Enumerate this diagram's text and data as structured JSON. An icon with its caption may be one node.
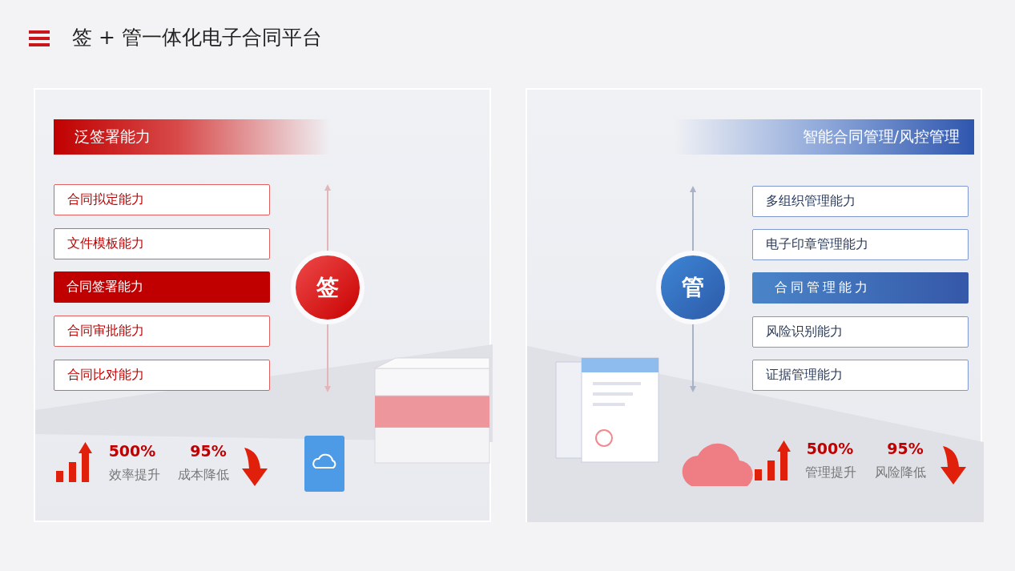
{
  "diagram": {
    "title": "签 + 管一体化电子合同平台",
    "nodes": [
      {
        "text": [],
        "shape": "box"
      },
      {
        "text": [
          "泛签署能力"
        ],
        "in": 0
      },
      {
        "text": [
          "合同拟定能力"
        ],
        "in": 0
      },
      {
        "text": [
          "文件模板能力"
        ],
        "in": 0
      },
      {
        "text": [
          "合同签署能力"
        ],
        "in": 0
      },
      {
        "text": [
          "合同审批能力"
        ],
        "in": 0
      },
      {
        "text": [
          "合同比对能力"
        ],
        "in": 0
      },
      {
        "text": [
          "签"
        ],
        "in": 0
      },
      {
        "text": [],
        "shape": "box"
      },
      {
        "text": [
          "智能合同管理/风控管理"
        ],
        "in": 8
      },
      {
        "text": [
          "多组织管理能力"
        ],
        "in": 8
      },
      {
        "text": [
          "电子印章管理能力"
        ],
        "in": 8
      },
      {
        "text": [
          "合同管理能力"
        ],
        "in": 8
      },
      {
        "text": [
          "风险识别能力"
        ],
        "in": 8
      },
      {
        "text": [
          "证据管理能力"
        ],
        "in": 8
      },
      {
        "text": [
          "管"
        ],
        "in": 8
      }
    ],
    "edges": [],
    "labels": [
      "500%",
      "效率提升",
      "95%",
      "成本降低",
      "500%",
      "管理提升",
      "95%",
      "风险降低"
    ]
  }
}
